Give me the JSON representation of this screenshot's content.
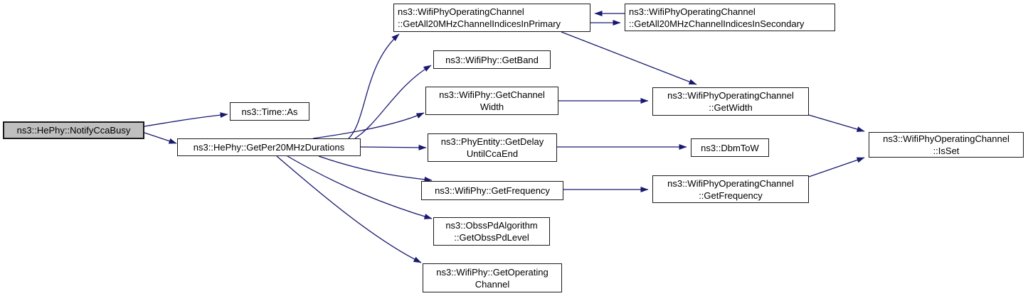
{
  "diagram": {
    "type": "doxygen-call-graph",
    "colors": {
      "edge": "#191970",
      "highlight_fill": "#bfbfbf",
      "node_border": "#1a1a1a",
      "background": "#ffffff"
    },
    "nodes": {
      "notify_cca_busy": {
        "label": "ns3::HePhy::NotifyCcaBusy"
      },
      "time_as": {
        "label": "ns3::Time::As"
      },
      "get_per20mhz_durations": {
        "label": "ns3::HePhy::GetPer20MHzDurations"
      },
      "get_all20_primary": {
        "line1": "ns3::WifiPhyOperatingChannel",
        "line2": "::GetAll20MHzChannelIndicesInPrimary"
      },
      "get_all20_secondary": {
        "line1": "ns3::WifiPhyOperatingChannel",
        "line2": "::GetAll20MHzChannelIndicesInSecondary"
      },
      "get_band": {
        "label": "ns3::WifiPhy::GetBand"
      },
      "get_channel_width": {
        "line1": "ns3::WifiPhy::GetChannel",
        "line2": "Width"
      },
      "get_width": {
        "line1": "ns3::WifiPhyOperatingChannel",
        "line2": "::GetWidth"
      },
      "get_delay_until_cca_end": {
        "line1": "ns3::PhyEntity::GetDelay",
        "line2": "UntilCcaEnd"
      },
      "dbm_to_w": {
        "label": "ns3::DbmToW"
      },
      "wifiphy_get_frequency": {
        "label": "ns3::WifiPhy::GetFrequency"
      },
      "opchan_get_frequency": {
        "line1": "ns3::WifiPhyOperatingChannel",
        "line2": "::GetFrequency"
      },
      "get_obss_pd_level": {
        "line1": "ns3::ObssPdAlgorithm",
        "line2": "::GetObssPdLevel"
      },
      "get_operating_channel": {
        "line1": "ns3::WifiPhy::GetOperating",
        "line2": "Channel"
      },
      "is_set": {
        "line1": "ns3::WifiPhyOperatingChannel",
        "line2": "::IsSet"
      }
    }
  }
}
